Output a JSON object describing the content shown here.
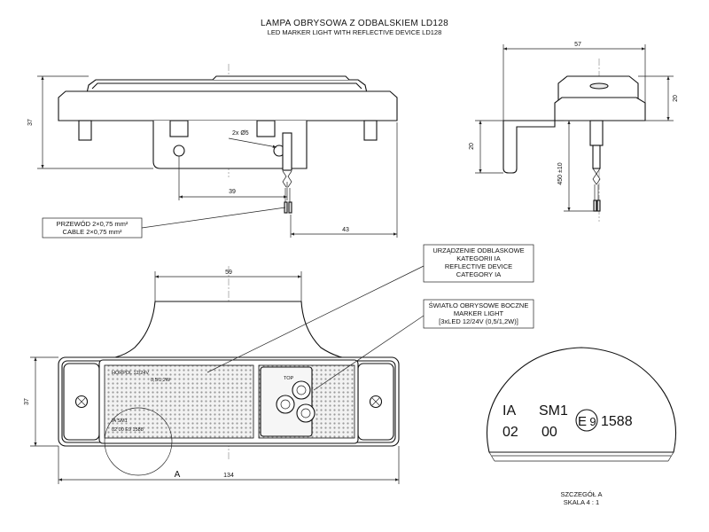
{
  "title": {
    "main": "LAMPA OBRYSOWA Z ODBALSKIEM LD128",
    "sub": "LED MARKER LIGHT WITH REFLECTIVE DEVICE LD128"
  },
  "dimensions": {
    "d37_left": "37",
    "d39": "39",
    "d43": "43",
    "d2x_phi5": "2x Ø5",
    "d57": "57",
    "d20_right": "20",
    "d20_left": "20",
    "d450": "450 ±10",
    "d59": "59",
    "d37_front": "37",
    "d134": "134"
  },
  "callouts": {
    "cable": [
      "PRZEWÓD 2×0,75 mm²",
      "CABLE 2×0,75 mm²"
    ],
    "reflective": [
      "URZĄDZENIE ODBLASKOWE",
      "KATEGORII IA",
      "REFLECTIVE DEVICE",
      "CATEGORY IA"
    ],
    "marker": [
      "ŚWIATŁO OBRYSOWE BOCZNE",
      "MARKER LIGHT",
      "[3xLED 12/24V (0,5/1,2W)]"
    ]
  },
  "lens_marks": {
    "line1": "HORPOL 12/24V",
    "line2": "0,5/1,2W",
    "top": "TOP",
    "sm": "IA SM1",
    "ec": "02 00 E9 1588"
  },
  "detail": {
    "marker": "A",
    "ia": "IA",
    "sm1": "SM1",
    "n02": "02",
    "n00": "00",
    "e": "E",
    "e_num": "9",
    "approval": "1588",
    "caption1": "SZCZEGÓŁ A",
    "caption2": "SKALA 4 : 1"
  }
}
